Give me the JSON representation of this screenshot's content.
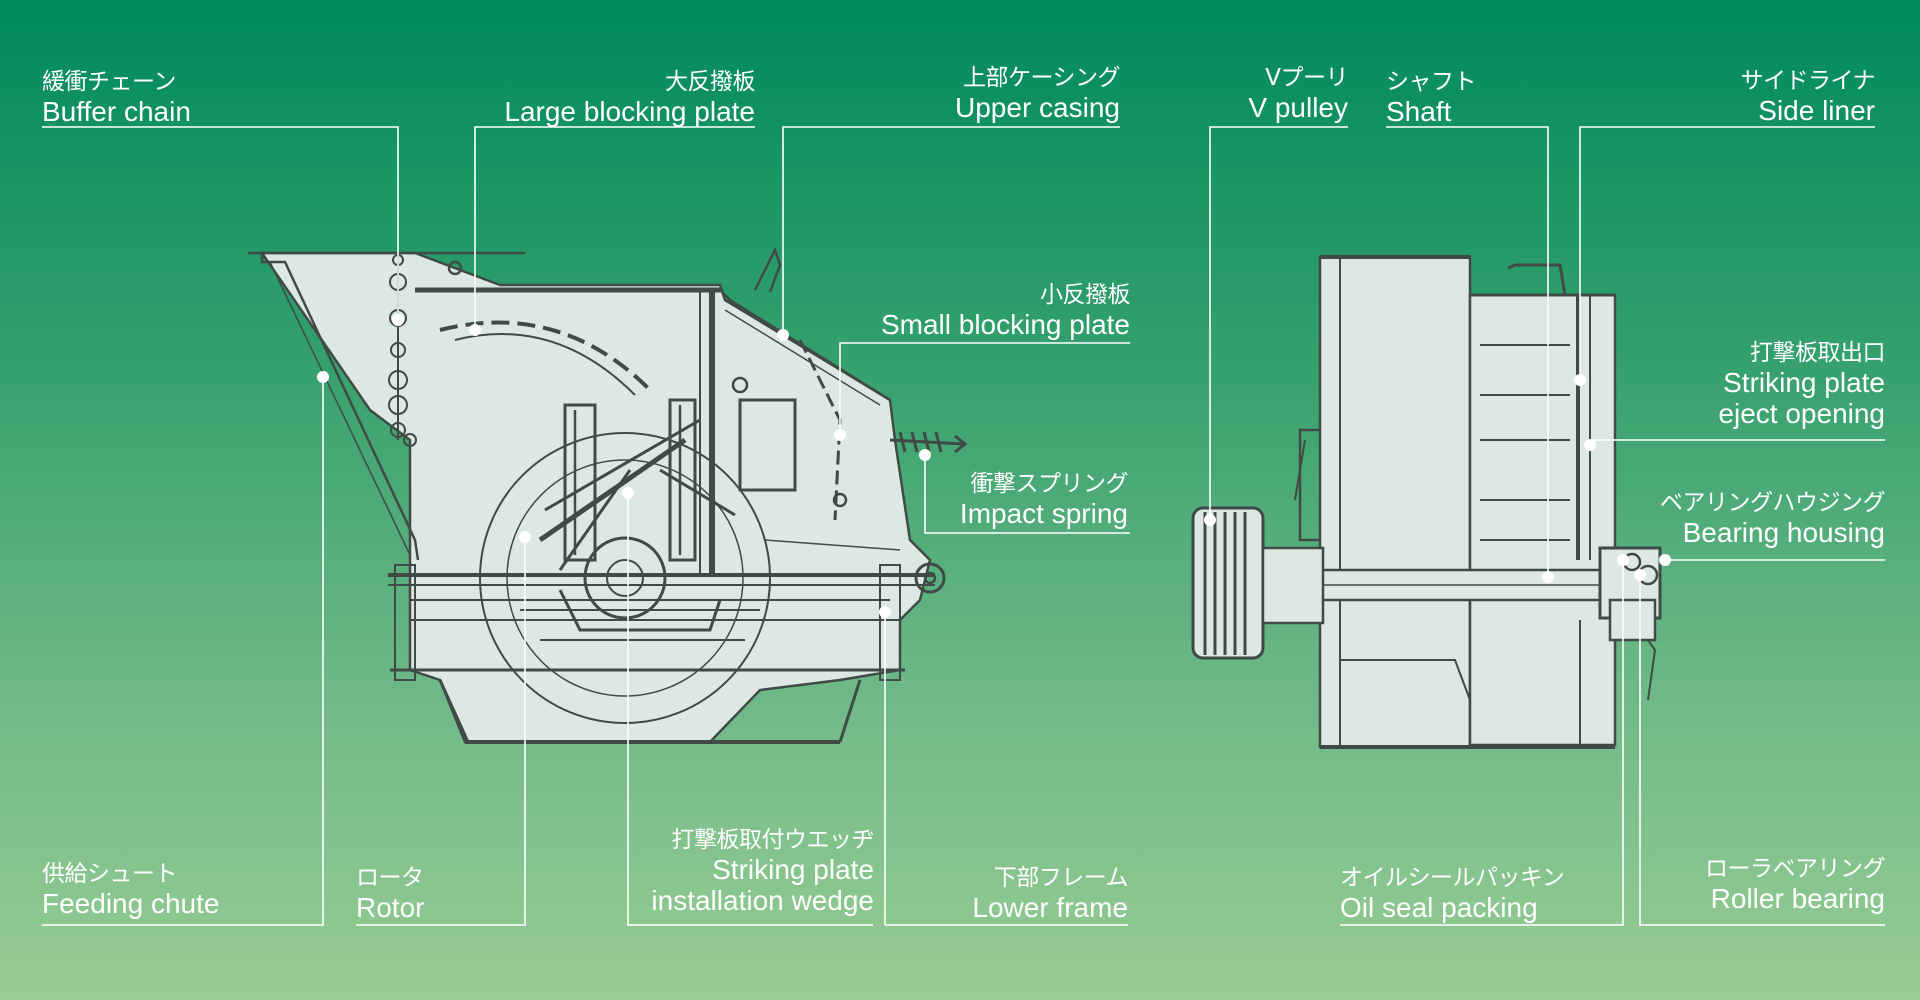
{
  "colors": {
    "background_top": "#008a5c",
    "background_bottom": "#98cc93",
    "machine_fill": "#dde8e2",
    "machine_line": "#404a46",
    "leader_line": "#ffffff"
  },
  "labels": {
    "buffer_chain": {
      "jp": "緩衝チェーン",
      "en": "Buffer chain"
    },
    "large_blocking_plate": {
      "jp": "大反撥板",
      "en": "Large blocking plate"
    },
    "upper_casing": {
      "jp": "上部ケーシング",
      "en": "Upper casing"
    },
    "small_blocking_plate": {
      "jp": "小反撥板",
      "en": "Small blocking plate"
    },
    "impact_spring": {
      "jp": "衝撃スプリング",
      "en": "Impact spring"
    },
    "feeding_chute": {
      "jp": "供給シュート",
      "en": "Feeding chute"
    },
    "rotor": {
      "jp": "ロータ",
      "en": "Rotor"
    },
    "striking_plate_wedge": {
      "jp": "打撃板取付ウエッヂ",
      "en1": "Striking plate",
      "en2": "installation wedge"
    },
    "lower_frame": {
      "jp": "下部フレーム",
      "en": "Lower frame"
    },
    "v_pulley": {
      "jp": "Vプーリ",
      "en": "V pulley"
    },
    "shaft": {
      "jp": "シャフト",
      "en": "Shaft"
    },
    "side_liner": {
      "jp": "サイドライナ",
      "en": "Side liner"
    },
    "eject_opening": {
      "jp": "打撃板取出口",
      "en1": "Striking plate",
      "en2": "eject opening"
    },
    "bearing_housing": {
      "jp": "ベアリングハウジング",
      "en": "Bearing housing"
    },
    "oil_seal_packing": {
      "jp": "オイルシールパッキン",
      "en": "Oil seal packing"
    },
    "roller_bearing": {
      "jp": "ローラベアリング",
      "en": "Roller bearing"
    }
  }
}
